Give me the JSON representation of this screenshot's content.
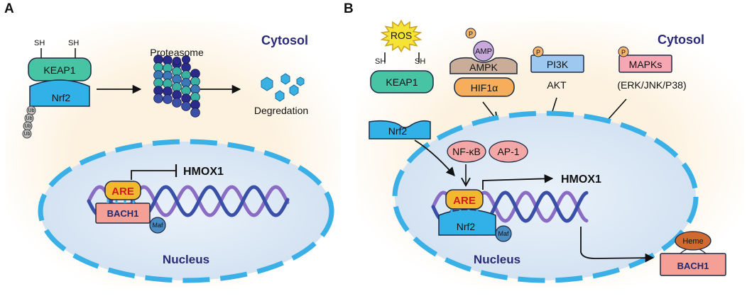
{
  "panels": {
    "a": {
      "letter": "A",
      "compartment": "Cytosol",
      "nucleus": "Nucleus",
      "sh_left": "SH",
      "sh_right": "SH",
      "keap1": "KEAP1",
      "nrf2": "Nrf2",
      "ub": "Ub",
      "proteasome": "Proteasome",
      "degradation": "Degredation",
      "hmox1": "HMOX1",
      "are": "ARE",
      "bach1": "BACH1",
      "maf": "Maf"
    },
    "b": {
      "letter": "B",
      "compartment": "Cytosol",
      "nucleus": "Nucleus",
      "ros": "ROS",
      "sh_left": "SH",
      "sh_right": "SH",
      "keap1": "KEAP1",
      "phospho": "P",
      "amp": "AMP",
      "ampk": "AMPK",
      "hif1a": "HIF1α",
      "pi3k": "PI3K",
      "akt": "AKT",
      "mapks": "MAPKs",
      "erk": "(ERK/JNK/P38)",
      "nrf2_cyto": "Nrf2",
      "nfkb": "NF-κB",
      "ap1": "AP-1",
      "are": "ARE",
      "nrf2_nuc": "Nrf2",
      "maf": "Maf",
      "hmox1": "HMOX1",
      "heme": "Heme",
      "bach1": "BACH1"
    }
  },
  "colors": {
    "cytosol_bg": "#fdf0dc",
    "nucleus_fill": "#dde9f5",
    "nucleus_border": "#3ab0e6",
    "keap1": "#46c4a4",
    "nrf2": "#32b0e8",
    "are": "#f2b830",
    "bach1": "#f4a097",
    "maf": "#4a8cc4",
    "dna_front": "#3a4fa8",
    "dna_back": "#8a6cc4",
    "ros": "#f5e336",
    "amp": "#c7a9dc",
    "ampk": "#c9ad98",
    "hif1a": "#f7ae5c",
    "pi3k": "#9ec8ef",
    "mapks": "#f7a6b4",
    "phospho": "#f5b56c",
    "nfkb_ap1": "#f4a7a7",
    "heme": "#d06a30"
  }
}
